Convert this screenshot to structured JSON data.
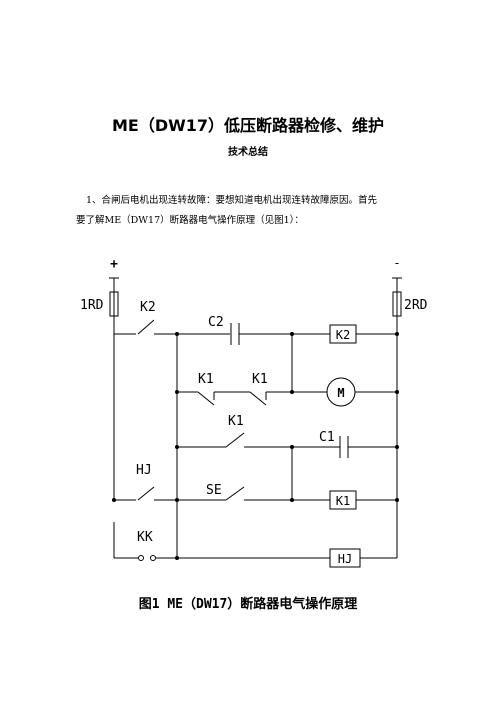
{
  "document": {
    "title": "ME（DW17）低压断路器检修、维护",
    "subtitle": "技术总结",
    "paragraph_line1": "1、合闸后电机出现连转故障：要想知道电机出现连转故障原因。首先",
    "paragraph_line2": "要了解ME（DW17）断路器电气操作原理（见图1）：",
    "figure_caption": "图1 ME（DW17）断路器电气操作原理"
  },
  "circuit": {
    "plus": "+",
    "minus": "-",
    "fuse_left": "1RD",
    "fuse_right": "2RD",
    "k2_contact": "K2",
    "c2_capacitor": "C2",
    "k2_coil": "K2",
    "k1_contact_a": "K1",
    "k1_contact_b": "K1",
    "motor": "M",
    "k1_contact_c": "K1",
    "c1_capacitor": "C1",
    "hj_contact": "HJ",
    "se_switch": "SE",
    "k1_coil": "K1",
    "kk_switch": "KK",
    "hj_coil": "HJ"
  }
}
